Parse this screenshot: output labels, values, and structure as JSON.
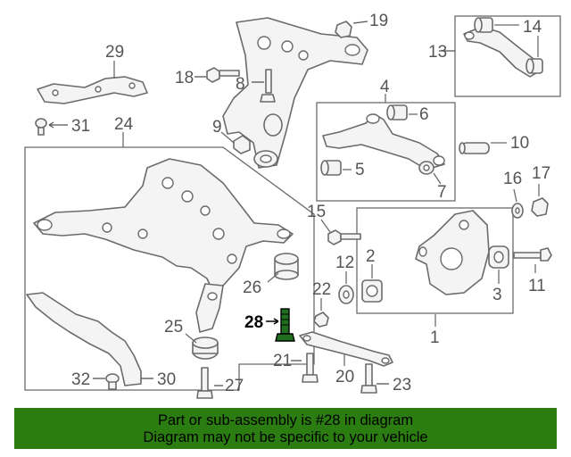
{
  "callouts": {
    "n1": "1",
    "n2": "2",
    "n3": "3",
    "n4": "4",
    "n5": "5",
    "n6": "6",
    "n7": "7",
    "n8": "8",
    "n9": "9",
    "n10": "10",
    "n11": "11",
    "n12": "12",
    "n13": "13",
    "n14": "14",
    "n15": "15",
    "n16": "16",
    "n17": "17",
    "n18": "18",
    "n19": "19",
    "n20": "20",
    "n21": "21",
    "n22": "22",
    "n23": "23",
    "n24": "24",
    "n25": "25",
    "n26": "26",
    "n27": "27",
    "n28": "28",
    "n29": "29",
    "n30": "30",
    "n31": "31",
    "n32": "32"
  },
  "highlighted_part": "28",
  "banner": {
    "line1": "Part or sub-assembly is #28 in diagram",
    "line2": "Diagram may not be specific to your vehicle"
  },
  "colors": {
    "banner_bg": "#2b7d12",
    "highlight_part": "#1f6f1f",
    "line": "#6b6b6b"
  }
}
